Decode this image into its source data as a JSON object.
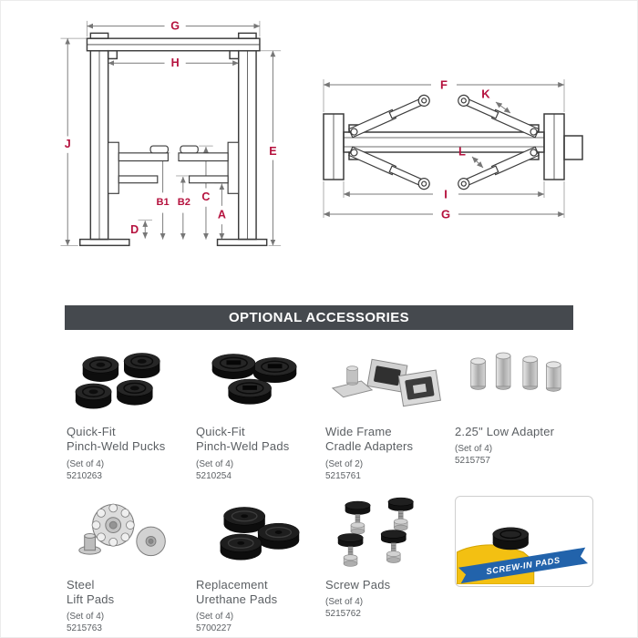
{
  "colors": {
    "dimension_label": "#b5123e",
    "banner_bg": "#45494e",
    "banner_text": "#ffffff",
    "product_text": "#5b5f63",
    "ribbon_blue": "#2263ab",
    "arm_yellow": "#f3c012"
  },
  "diagrams": {
    "front": {
      "g": "G",
      "h": "H",
      "j": "J",
      "b1": "B1",
      "b2": "B2",
      "c": "C",
      "a": "A",
      "d": "D",
      "e": "E"
    },
    "plan": {
      "f": "F",
      "k": "K",
      "l": "L",
      "i": "I",
      "g": "G"
    }
  },
  "banner": {
    "title": "OPTIONAL ACCESSORIES"
  },
  "products": [
    {
      "name": "Quick-Fit\nPinch-Weld Pucks",
      "set": "(Set of 4)",
      "sku": "5210263"
    },
    {
      "name": "Quick-Fit\nPinch-Weld Pads",
      "set": "(Set of 4)",
      "sku": "5210254"
    },
    {
      "name": "Wide Frame\nCradle Adapters",
      "set": "(Set of 2)",
      "sku": "5215761"
    },
    {
      "name": "2.25\" Low Adapter",
      "set": "(Set of 4)",
      "sku": "5215757"
    },
    {
      "name": "Steel\nLift Pads",
      "set": "(Set of 4)",
      "sku": "5215763"
    },
    {
      "name": "Replacement\nUrethane Pads",
      "set": "(Set of 4)",
      "sku": "5700227"
    },
    {
      "name": "Screw Pads",
      "set": "(Set of 4)",
      "sku": "5215762"
    }
  ],
  "callout": {
    "ribbon": "SCREW-IN PADS"
  }
}
